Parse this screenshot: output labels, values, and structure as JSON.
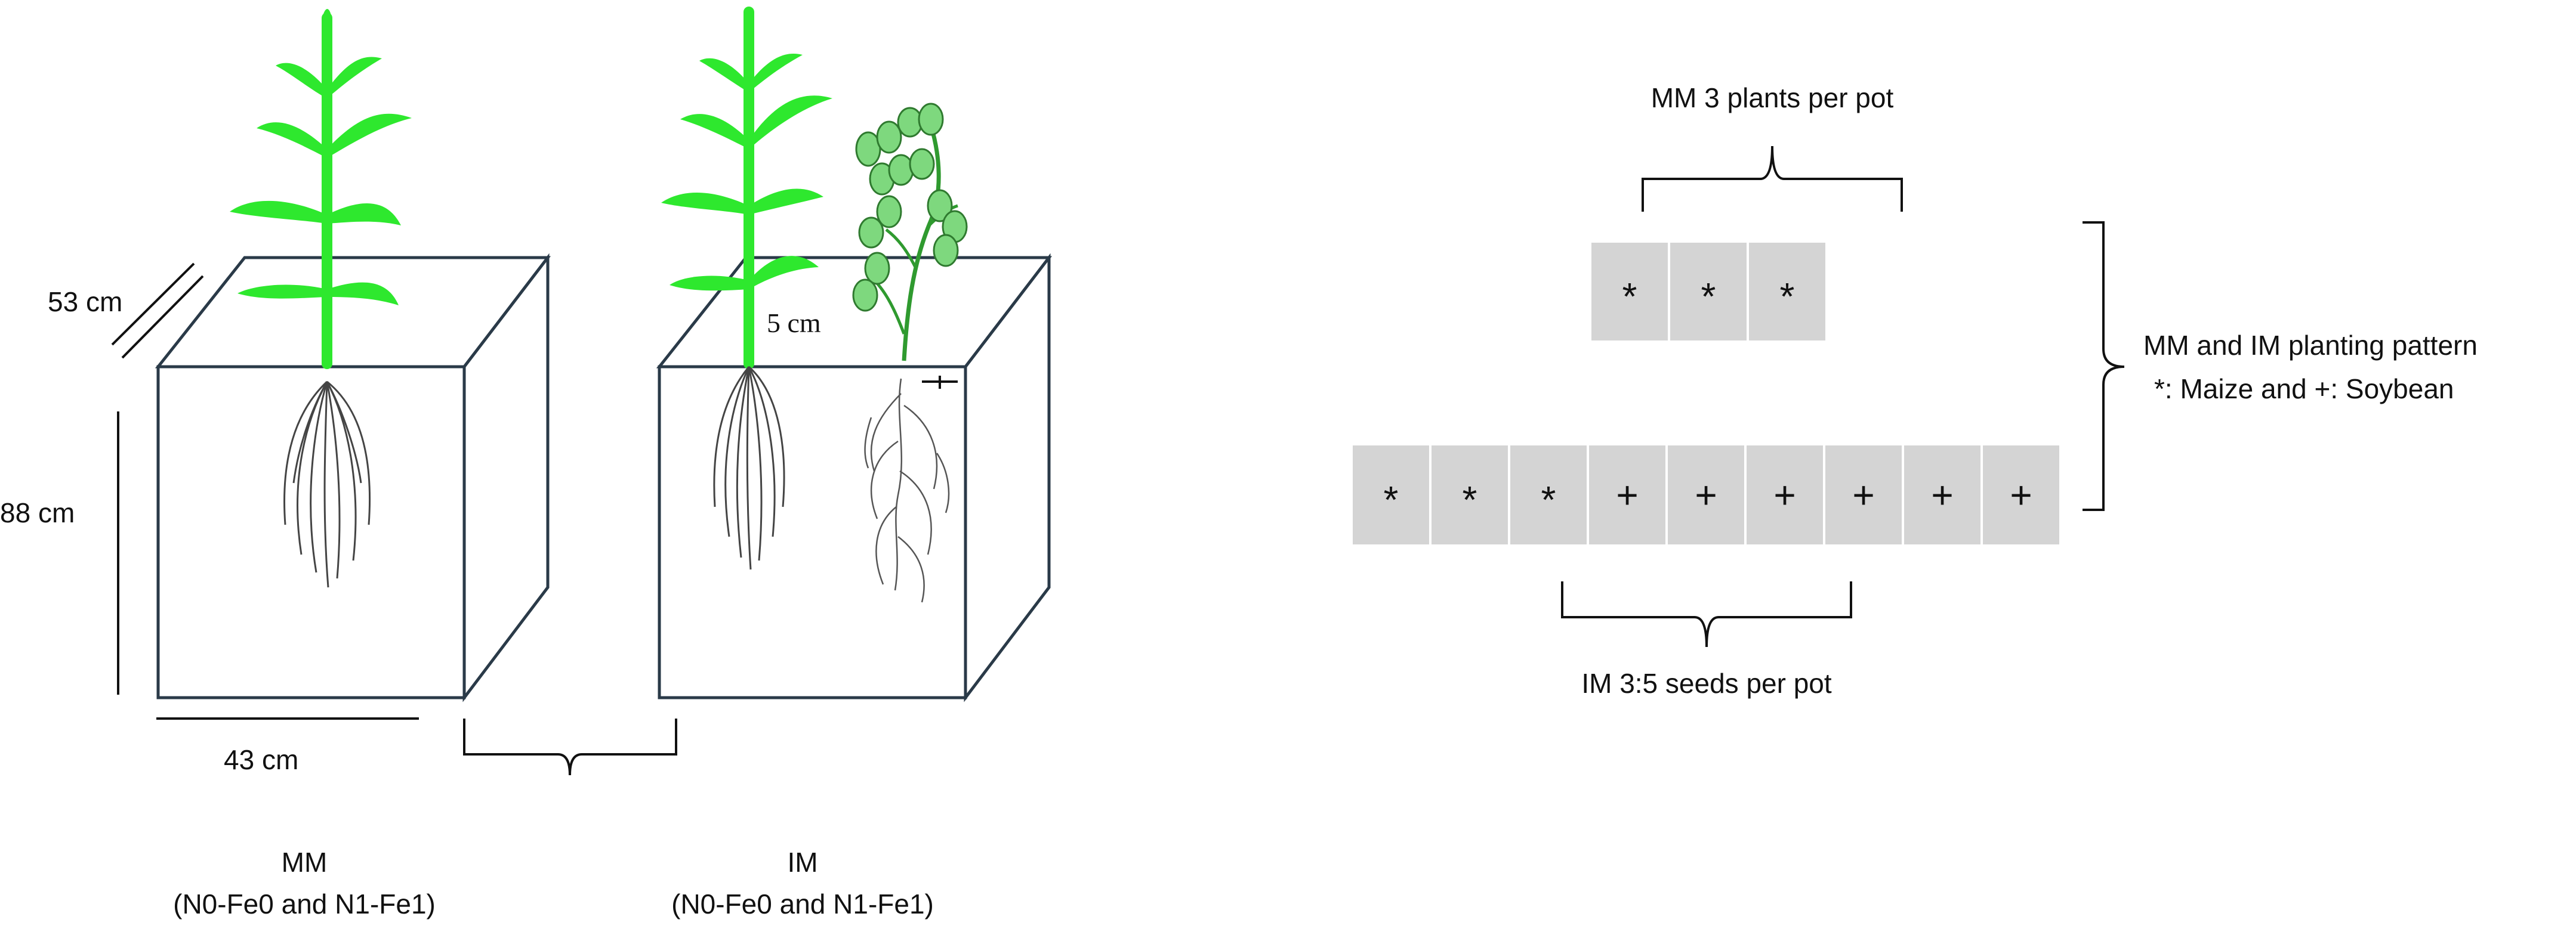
{
  "left_panel": {
    "dim_depth": "53 cm",
    "dim_height": "88 cm",
    "dim_width": "43 cm",
    "dim_spacing": "5 cm",
    "mm_label": "MM",
    "mm_sub": "(N0-Fe0 and N1-Fe1)",
    "im_label": "IM",
    "im_sub": "(N0-Fe0 and N1-Fe1)"
  },
  "right_panel": {
    "mm_caption": "MM 3 plants per pot",
    "im_caption": "IM 3:5 seeds per pot",
    "pattern_title": "MM and IM planting pattern",
    "pattern_legend": "*: Maize and +: Soybean",
    "mm_row": [
      "*",
      "*",
      "*"
    ],
    "im_row": [
      "*",
      "*",
      "*",
      "+",
      "+",
      "+",
      "+",
      "+",
      "+"
    ]
  },
  "colors": {
    "maize_green": "#2ee82e",
    "cell_gray": "#d4d4d4",
    "box_edge": "#2a3a48"
  }
}
